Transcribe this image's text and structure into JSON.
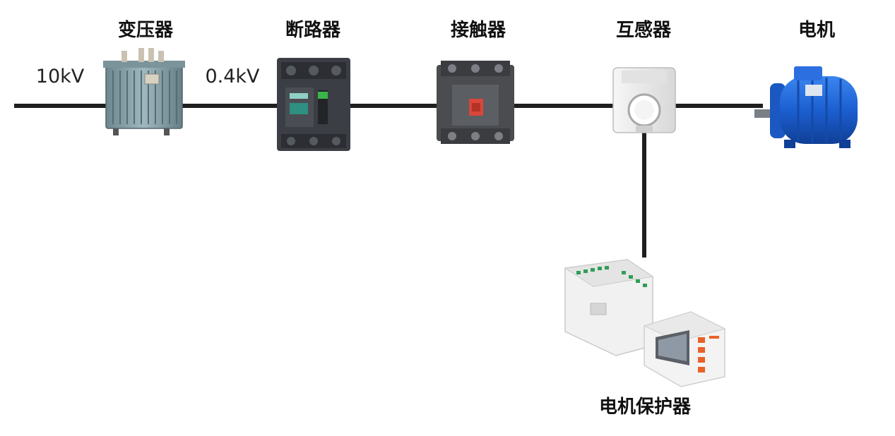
{
  "diagram": {
    "components": [
      {
        "id": "transformer",
        "label": "变压器"
      },
      {
        "id": "breaker",
        "label": "断路器"
      },
      {
        "id": "contactor",
        "label": "接触器"
      },
      {
        "id": "ct",
        "label": "互感器"
      },
      {
        "id": "motor",
        "label": "电机"
      },
      {
        "id": "protector",
        "label": "电机保护器"
      }
    ],
    "voltages": {
      "primary": "10kV",
      "secondary": "0.4kV"
    },
    "colors": {
      "line": "#1f1f1f",
      "transformer": "#7f9aa3",
      "breaker": "#3b3e44",
      "contactor": "#4a4c50",
      "contactor_accent": "#d9463a",
      "ct": "#ececec",
      "motor": "#1e63d6",
      "protector_accent": "#e8622a"
    }
  }
}
